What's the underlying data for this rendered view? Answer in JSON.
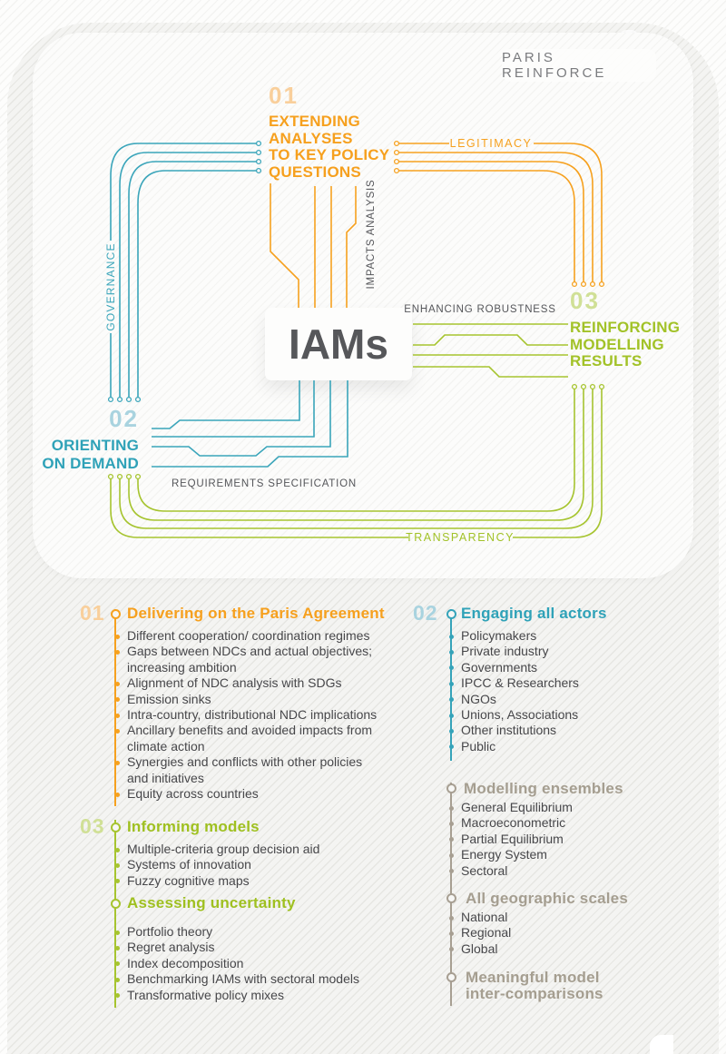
{
  "badge": {
    "label": "PARIS REINFORCE"
  },
  "colors": {
    "orange": "#F6A11F",
    "orange_light": "#F9CF9B",
    "teal": "#35A3B9",
    "teal_light": "#A9D3DF",
    "green": "#A6C42F",
    "green_light": "#D0E096",
    "gray_text": "#47474A",
    "taupe": "#A59E90",
    "center_gray": "#56575A"
  },
  "diagram": {
    "center_label": "IAMs",
    "node01": {
      "num": "01",
      "lines": [
        "EXTENDING",
        "ANALYSES",
        "TO KEY POLICY",
        "QUESTIONS"
      ]
    },
    "node02": {
      "num": "02",
      "lines": [
        "ORIENTING",
        "ON DEMAND"
      ]
    },
    "node03": {
      "num": "03",
      "lines": [
        "REINFORCING",
        "MODELLING",
        "RESULTS"
      ]
    },
    "labels": {
      "legitimacy": "LEGITIMACY",
      "governance": "GOVERNANCE",
      "impacts_analysis": "IMPACTS ANALYSIS",
      "enhancing_robustness": "ENHANCING ROBUSTNESS",
      "requirements_specification": "REQUIREMENTS SPECIFICATION",
      "transparency": "TRANSPARENCY"
    }
  },
  "lists": {
    "s01": {
      "num": "01",
      "title": "Delivering on the Paris Agreement",
      "items": [
        "Different cooperation/ coordination regimes",
        "Gaps between NDCs and actual objectives;\nincreasing ambition",
        "Alignment of NDC analysis with SDGs",
        "Emission sinks",
        "Intra-country, distributional NDC implications",
        "Ancillary benefits and avoided impacts from\nclimate action",
        "Synergies and conflicts with other policies\nand initiatives",
        "Equity across countries"
      ]
    },
    "s02": {
      "num": "02",
      "title": "Engaging all actors",
      "items": [
        "Policymakers",
        "Private industry",
        "Governments",
        "IPCC & Researchers",
        "NGOs",
        "Unions, Associations",
        "Other institutions",
        "Public"
      ]
    },
    "s03": {
      "num": "03",
      "title": "Informing models",
      "items": [
        "Multiple-criteria group decision aid",
        "Systems of innovation",
        "Fuzzy cognitive maps"
      ]
    },
    "assessing": {
      "title": "Assessing uncertainty",
      "items": [
        "Portfolio theory",
        "Regret analysis",
        "Index decomposition",
        "Benchmarking IAMs with sectoral models",
        "Transformative policy mixes"
      ]
    },
    "ensembles": {
      "title": "Modelling ensembles",
      "items": [
        "General Equilibrium",
        "Macroeconometric",
        "Partial Equilibrium",
        "Energy System",
        "Sectoral"
      ]
    },
    "scales": {
      "title": "All geographic scales",
      "items": [
        "National",
        "Regional",
        "Global"
      ]
    },
    "comparisons": {
      "title": "Meaningful model\ninter-comparisons"
    }
  }
}
